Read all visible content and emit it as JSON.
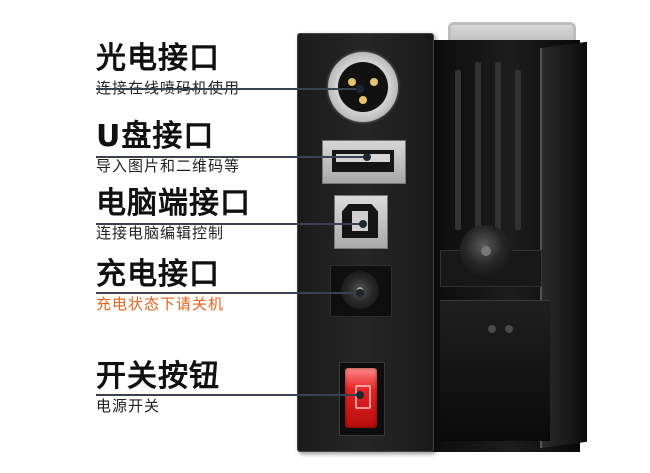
{
  "labels": [
    {
      "title": "光电接口",
      "subtitle": "连接在线喷码机使用"
    },
    {
      "title": "U盘接口",
      "subtitle": "导入图片和二维码等"
    },
    {
      "title": "电脑端接口",
      "subtitle": "连接电脑编辑控制"
    },
    {
      "title": "充电接口",
      "subtitle": "充电状态下请关机"
    },
    {
      "title": "开关按钮",
      "subtitle": "电源开关"
    }
  ],
  "colors": {
    "title": "#111111",
    "subtitle": "#222222",
    "warning_subtitle": "#e0651f",
    "leader_line": "#3a4250",
    "switch_red": "#e52525",
    "device_body": "#1f1f1f"
  }
}
